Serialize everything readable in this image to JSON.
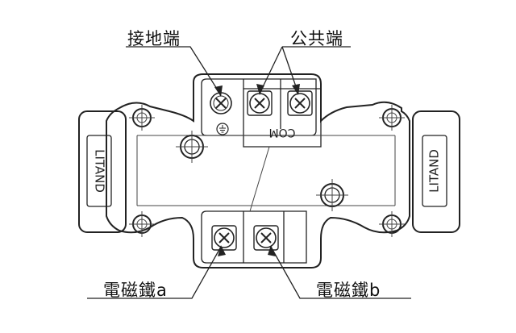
{
  "labels": {
    "ground": "接地端",
    "common": "公共端",
    "coil_a": "電磁鐵a",
    "coil_b": "電磁鐵b"
  },
  "body_text": {
    "com": "COM",
    "brand_left": "LITAND",
    "brand_right": "LITAND"
  },
  "icons": {
    "ground_symbol": "earth-ground-icon",
    "terminal_screw": "cross-screw-icon"
  }
}
